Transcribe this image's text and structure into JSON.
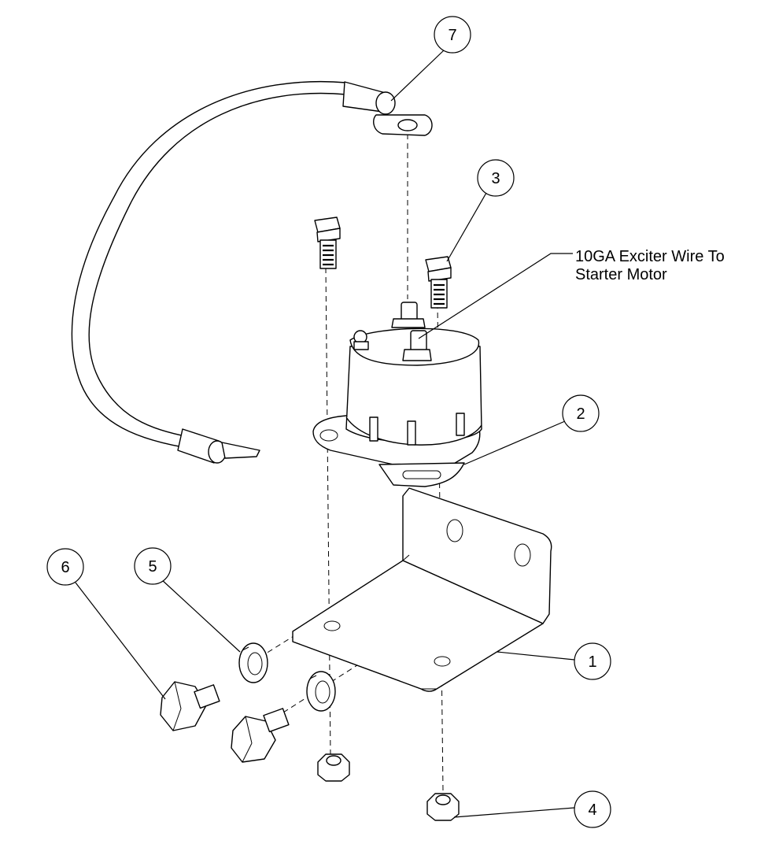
{
  "note": {
    "line1": "10GA Exciter Wire To",
    "line2": "Starter Motor"
  },
  "balloons": {
    "b1": "1",
    "b2": "2",
    "b3": "3",
    "b4": "4",
    "b5": "5",
    "b6": "6",
    "b7": "7"
  }
}
